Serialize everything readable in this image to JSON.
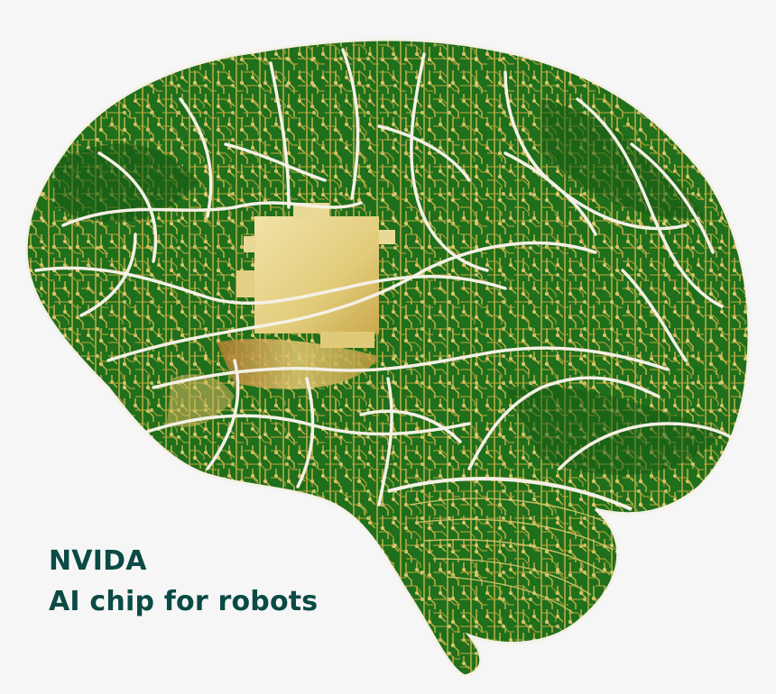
{
  "caption": {
    "line1": "NVIDA",
    "line2": "AI chip for robots"
  },
  "colors": {
    "background": "#f6f6f6",
    "board_green": "#1f6f1c",
    "trace_gold": "#c9b44a",
    "chip_gold": "#e6d38a",
    "vein_white": "#f4f1e6",
    "caption_teal": "#0b4a45"
  },
  "illustration": {
    "subject": "brain-circuit-board-illustration"
  }
}
